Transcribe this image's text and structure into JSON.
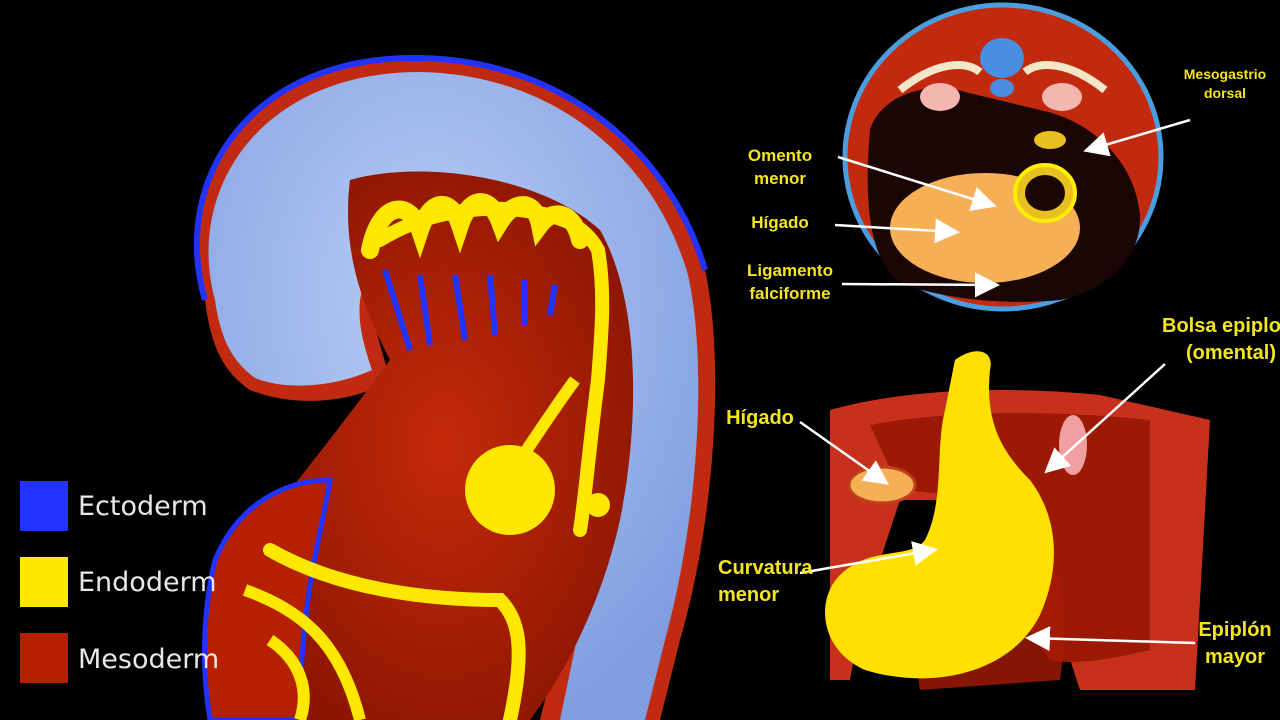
{
  "colors": {
    "ectoderm": "#2233ff",
    "endoderm": "#ffe800",
    "mesoderm": "#b52000",
    "label_text": "#f4e520",
    "legend_text": "#e8e8e8",
    "background": "#000000"
  },
  "legend": [
    {
      "label": "Ectoderm",
      "color": "#2233ff"
    },
    {
      "label": "Endoderm",
      "color": "#ffe800"
    },
    {
      "label": "Mesoderm",
      "color": "#b52000"
    }
  ],
  "cross_section": {
    "labels": {
      "mesogastrio": [
        "Mesogastrio",
        "dorsal"
      ],
      "omento_menor": [
        "Omento",
        "menor"
      ],
      "higado": "Hígado",
      "ligamento": [
        "Ligamento",
        "falciforme"
      ]
    }
  },
  "stomach_view": {
    "labels": {
      "bolsa": [
        "Bolsa epiploica",
        "(omental)"
      ],
      "higado": "Hígado",
      "curvatura": [
        "Curvatura",
        "menor"
      ],
      "epiplon": [
        "Epiplón",
        "mayor"
      ]
    }
  }
}
